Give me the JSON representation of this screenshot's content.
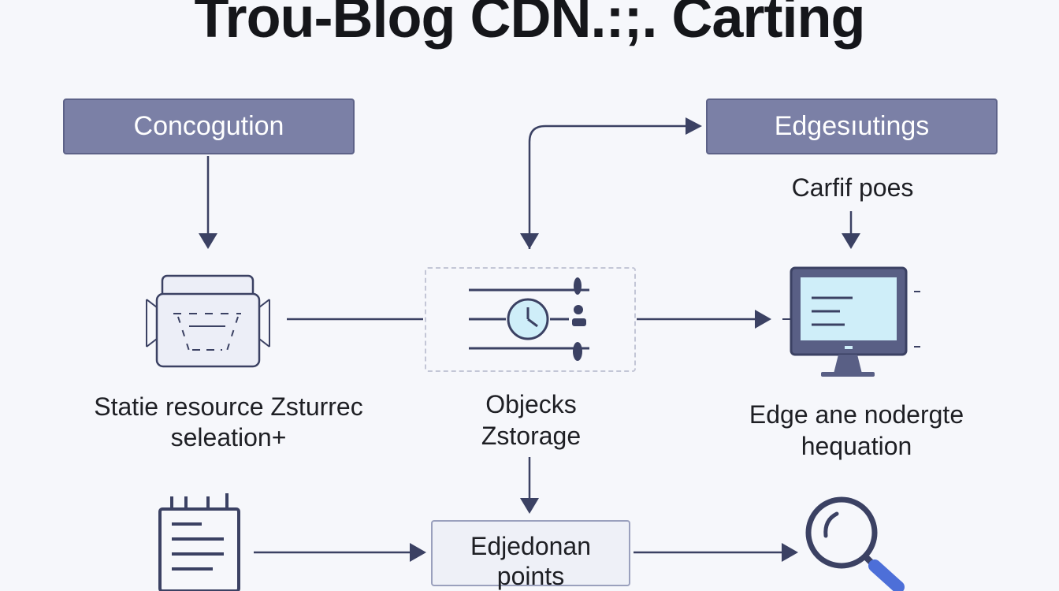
{
  "title": "Trou-Blog CDN.:;. Carting",
  "nodes": {
    "configuration": "Concogution",
    "edge_settings": "Edgesıutings",
    "config_poes": "Carfif poes",
    "static_resource_line1": "Statie resource Zsturrec",
    "static_resource_line2": "seleation+",
    "object_storage_line1": "Objecks",
    "object_storage_line2": "Zstorage",
    "edge_node_line1": "Edge ane nodergte",
    "edge_node_line2": "hequation",
    "endpoints_line1": "Edjedonan",
    "endpoints_line2": "points"
  },
  "icons": {
    "static_resource": "server-card-icon",
    "object_storage": "clock-sliders-icon",
    "edge_node": "monitor-icon",
    "document": "document-icon",
    "search": "magnifier-icon"
  },
  "colors": {
    "box_fill": "#7b80a6",
    "line": "#3b4163",
    "accent_light": "#cfeef9",
    "background": "#f6f7fb"
  }
}
